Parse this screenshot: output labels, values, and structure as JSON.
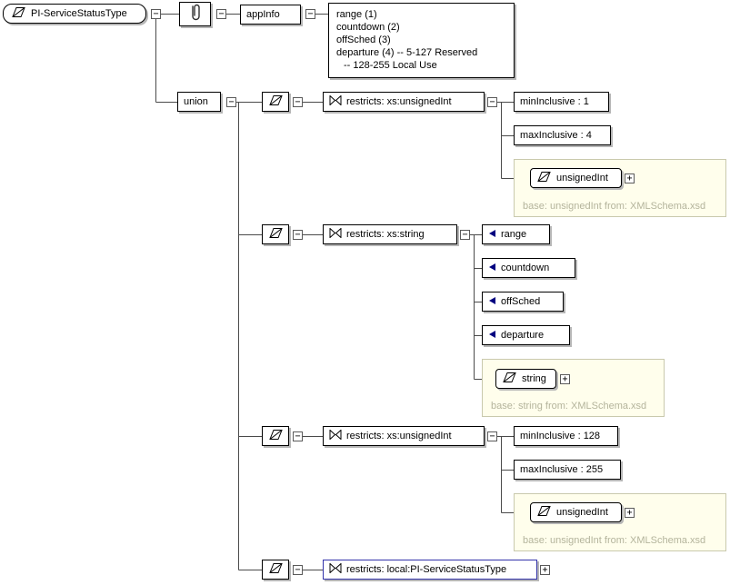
{
  "root": {
    "label": "PI-ServiceStatusType"
  },
  "annotation": {
    "appinfo_label": "appInfo",
    "doc_lines": [
      "range (1)",
      "countdown (2)",
      "offSched (3)",
      "departure (4) -- 5-127 Reserved",
      "-- 128-255 Local Use"
    ]
  },
  "union": {
    "label": "union"
  },
  "branches": [
    {
      "restriction_label": "restricts: xs:unsignedInt",
      "facets": [
        "minInclusive : 1",
        "maxInclusive : 4"
      ],
      "base": {
        "type_label": "unsignedInt",
        "caption": "base: unsignedInt from: XMLSchema.xsd"
      }
    },
    {
      "restriction_label": "restricts: xs:string",
      "enums": [
        "range",
        "countdown",
        "offSched",
        "departure"
      ],
      "base": {
        "type_label": "string",
        "caption": "base: string from: XMLSchema.xsd"
      }
    },
    {
      "restriction_label": "restricts: xs:unsignedInt",
      "facets": [
        "minInclusive : 128",
        "maxInclusive : 255"
      ],
      "base": {
        "type_label": "unsignedInt",
        "caption": "base: unsignedInt from: XMLSchema.xsd"
      }
    },
    {
      "restriction_label": "restricts: local:PI-ServiceStatusType"
    }
  ],
  "toggles": {
    "expanded_sign": "−",
    "collapsed_sign": "+"
  },
  "colors": {
    "enum_marker": "#000080",
    "local_reference_border": "#3333aa",
    "base_area_background": "#fffeec",
    "base_caption_text": "#b4b49c",
    "connector": "#4a4a4a"
  }
}
